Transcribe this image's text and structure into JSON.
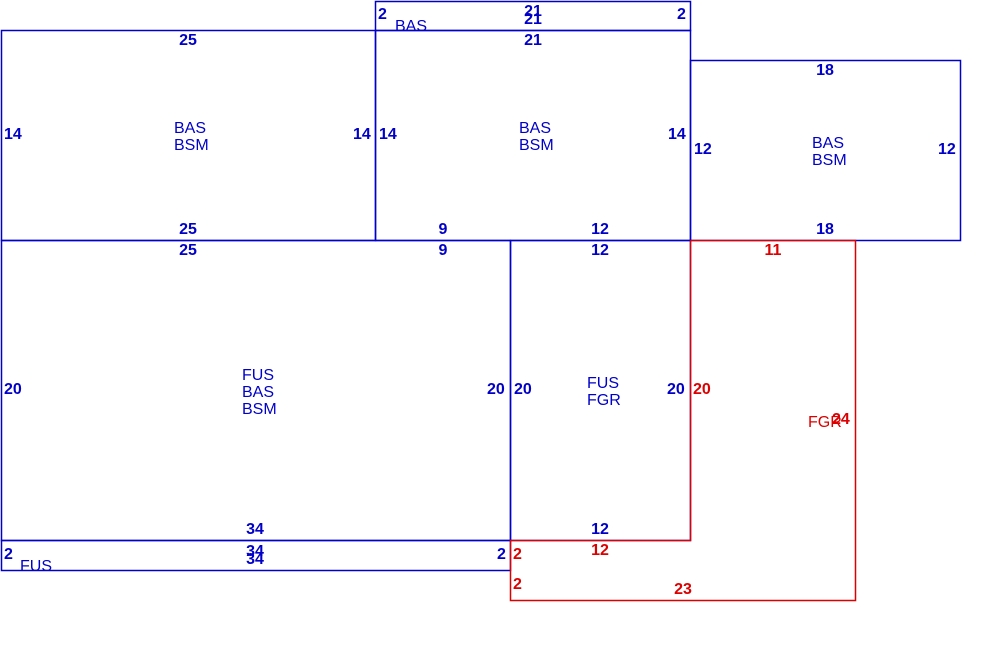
{
  "colors": {
    "blue": "#0000c8",
    "red": "#dc0000",
    "background": "#ffffff"
  },
  "rooms": {
    "top_strip": {
      "name": "BAS",
      "dim_top": "21",
      "dim_bottom": "21",
      "dim_left": "2",
      "dim_right": "2"
    },
    "room_a": {
      "name_lines": [
        "BAS",
        "BSM"
      ],
      "dim_top": "25",
      "dim_bottom": "25",
      "dim_left": "14",
      "dim_right": "14"
    },
    "room_b": {
      "name_lines": [
        "BAS",
        "BSM"
      ],
      "dim_top": "21",
      "dim_bottom_left": "9",
      "dim_bottom_right": "12",
      "dim_left": "14",
      "dim_right": "14"
    },
    "room_c": {
      "name_lines": [
        "BAS",
        "BSM"
      ],
      "dim_top": "18",
      "dim_bottom": "18",
      "dim_left": "12",
      "dim_right": "12"
    },
    "room_d": {
      "name_lines": [
        "FUS",
        "BAS",
        "BSM"
      ],
      "dim_top": "25",
      "dim_top_right": "9",
      "dim_bottom": "34",
      "dim_left": "20",
      "dim_right": "20"
    },
    "room_e": {
      "name_lines": [
        "FUS",
        "FGR"
      ],
      "dim_top": "12",
      "dim_bottom": "12",
      "dim_left": "20",
      "dim_right": "20"
    },
    "bottom_strip": {
      "name": "FUS",
      "dim_top": "34",
      "dim_bottom": "34",
      "dim_left": "2",
      "dim_right": "2"
    },
    "garage": {
      "name": "FGR",
      "dim_top": "11",
      "dim_left_upper": "20",
      "dim_step": "12",
      "dim_left_step": "2",
      "dim_left_lower": "2",
      "dim_bottom": "23",
      "dim_right": "24"
    }
  }
}
